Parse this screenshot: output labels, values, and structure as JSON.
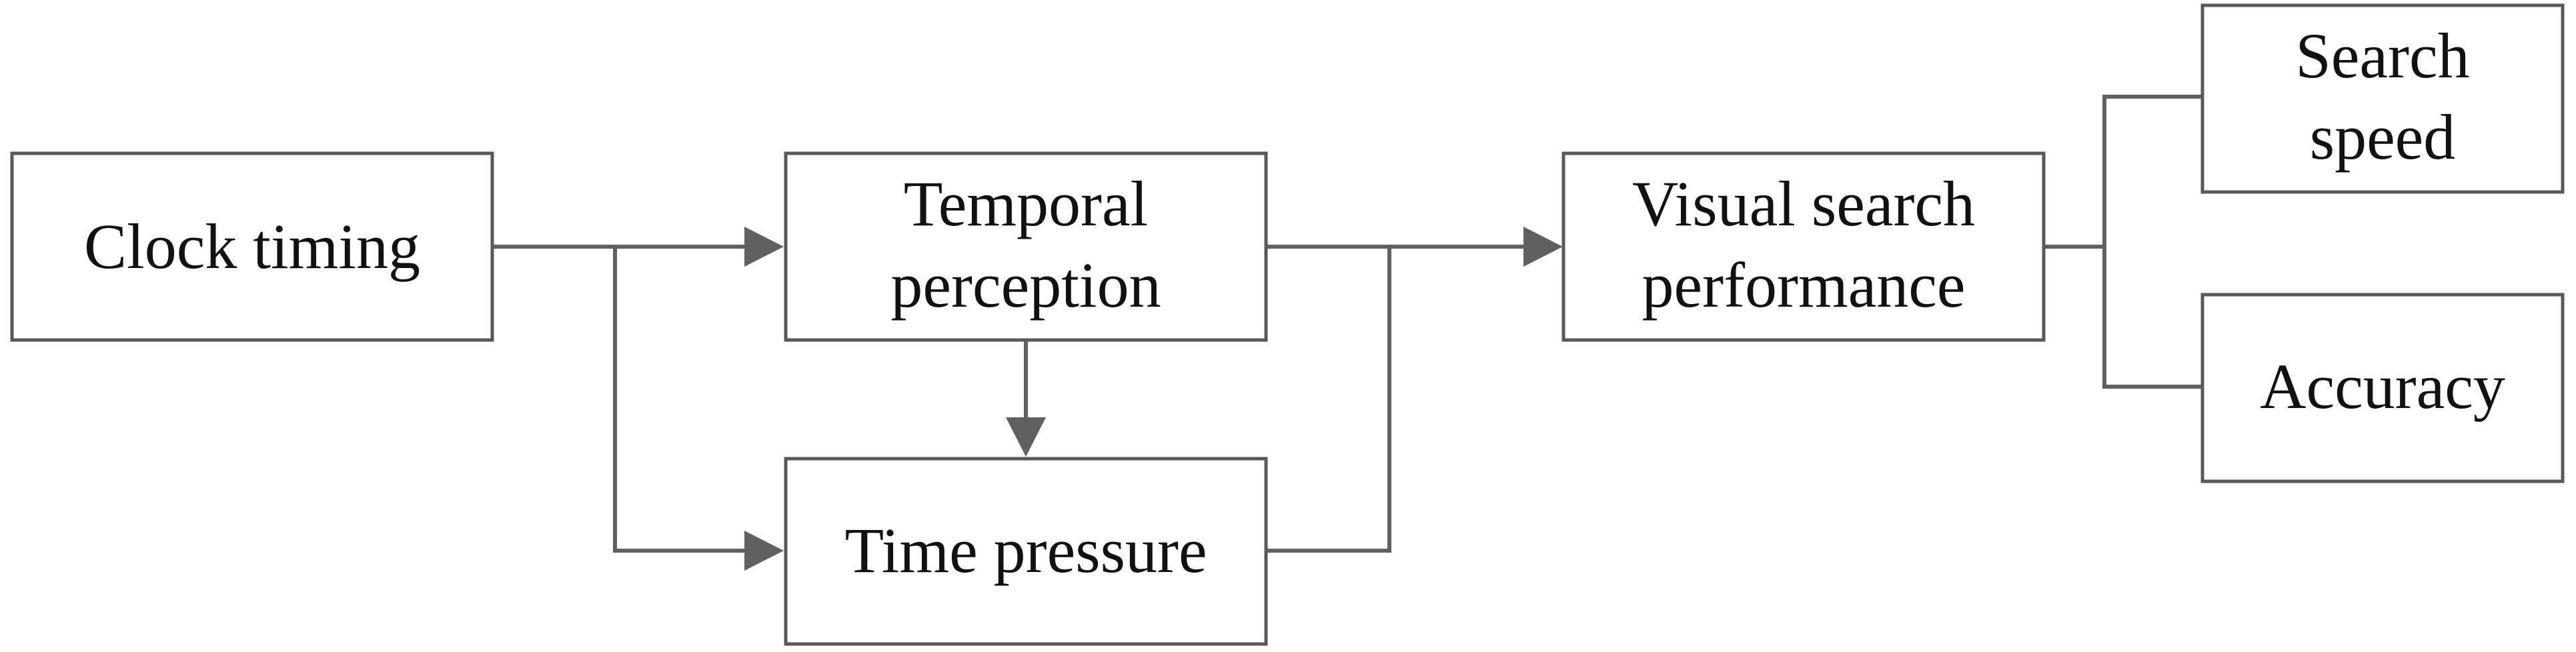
{
  "nodes": {
    "clock_timing": {
      "lines": [
        "Clock timing"
      ]
    },
    "temporal_perception": {
      "lines": [
        "Temporal",
        "perception"
      ]
    },
    "time_pressure": {
      "lines": [
        "Time pressure"
      ]
    },
    "visual_search_performance": {
      "lines": [
        "Visual search",
        "performance"
      ]
    },
    "search_speed": {
      "lines": [
        "Search",
        "speed"
      ]
    },
    "accuracy": {
      "lines": [
        "Accuracy"
      ]
    }
  },
  "edges": [
    {
      "from": "Clock timing",
      "to": "Temporal perception"
    },
    {
      "from": "Clock timing",
      "to": "Time pressure"
    },
    {
      "from": "Temporal perception",
      "to": "Time pressure"
    },
    {
      "from": "Temporal perception",
      "to": "Visual search performance"
    },
    {
      "from": "Time pressure",
      "to": "Visual search performance"
    },
    {
      "from": "Visual search performance",
      "to": "Search speed"
    },
    {
      "from": "Visual search performance",
      "to": "Accuracy"
    }
  ],
  "colors": {
    "box_border": "#595959",
    "connector": "#606060",
    "text": "#111111",
    "background": "#ffffff"
  }
}
